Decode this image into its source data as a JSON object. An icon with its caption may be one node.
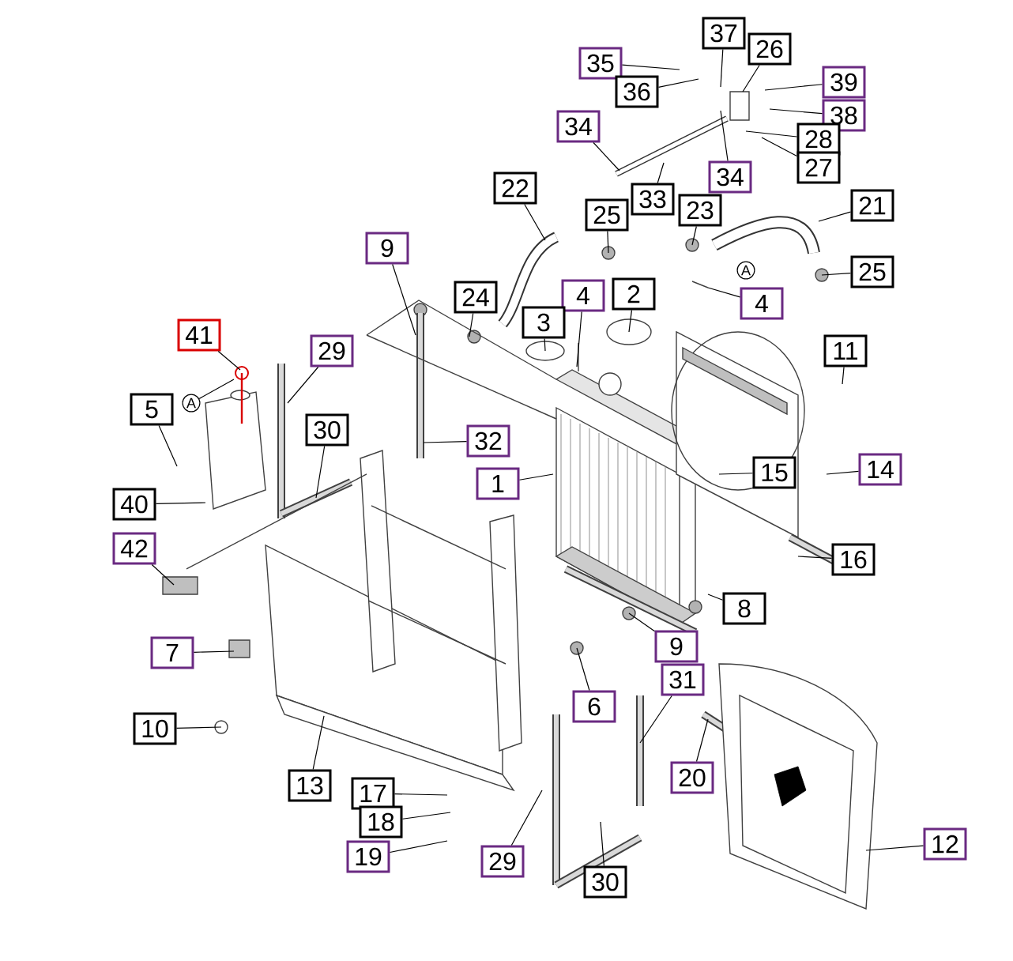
{
  "diagram": {
    "nodes": [
      {
        "text": [
          "37"
        ]
      },
      {
        "text": [
          "26"
        ]
      },
      {
        "text": [
          "35"
        ]
      },
      {
        "text": [
          "36"
        ]
      },
      {
        "text": [
          "39"
        ]
      },
      {
        "text": [
          "38"
        ]
      },
      {
        "text": [
          "34"
        ]
      },
      {
        "text": [
          "28"
        ]
      },
      {
        "text": [
          "27"
        ]
      },
      {
        "text": [
          "34"
        ]
      },
      {
        "text": [
          "22"
        ]
      },
      {
        "text": [
          "33"
        ]
      },
      {
        "text": [
          "23"
        ]
      },
      {
        "text": [
          "21"
        ]
      },
      {
        "text": [
          "25"
        ]
      },
      {
        "text": [
          "9"
        ]
      },
      {
        "text": [
          "25"
        ]
      },
      {
        "text": [
          "24"
        ]
      },
      {
        "text": [
          "4"
        ]
      },
      {
        "text": [
          "2"
        ]
      },
      {
        "text": [
          "3"
        ]
      },
      {
        "text": [
          "A"
        ]
      },
      {
        "text": [
          "4"
        ]
      },
      {
        "text": [
          "41"
        ]
      },
      {
        "text": [
          "11"
        ]
      },
      {
        "text": [
          "29"
        ]
      },
      {
        "text": [
          "A"
        ]
      },
      {
        "text": [
          "5"
        ]
      },
      {
        "text": [
          "30"
        ]
      },
      {
        "text": [
          "32"
        ]
      },
      {
        "text": [
          "1"
        ]
      },
      {
        "text": [
          "15"
        ]
      },
      {
        "text": [
          "14"
        ]
      },
      {
        "text": [
          "40"
        ]
      },
      {
        "text": [
          "42"
        ]
      },
      {
        "text": [
          "16"
        ]
      },
      {
        "text": [
          "8"
        ]
      },
      {
        "text": [
          "9"
        ]
      },
      {
        "text": [
          "7"
        ]
      },
      {
        "text": [
          "31"
        ]
      },
      {
        "text": [
          "6"
        ]
      },
      {
        "text": [
          "10"
        ]
      },
      {
        "text": [
          "13"
        ]
      },
      {
        "text": [
          "20"
        ]
      },
      {
        "text": [
          "17"
        ]
      },
      {
        "text": [
          "18"
        ]
      },
      {
        "text": [
          "12"
        ]
      },
      {
        "text": [
          "19"
        ]
      },
      {
        "text": [
          "29"
        ]
      },
      {
        "text": [
          "30"
        ]
      }
    ],
    "edges": [
      {
        "from": 0,
        "to": null,
        "arrow": "none"
      },
      {
        "from": 1,
        "to": null,
        "arrow": "none"
      },
      {
        "from": 2,
        "to": null,
        "arrow": "none"
      },
      {
        "from": 3,
        "to": null,
        "arrow": "none"
      },
      {
        "from": 4,
        "to": null,
        "arrow": "none"
      },
      {
        "from": 5,
        "to": null,
        "arrow": "none"
      },
      {
        "from": 6,
        "to": null,
        "arrow": "none"
      },
      {
        "from": 7,
        "to": null,
        "arrow": "none"
      },
      {
        "from": 8,
        "to": null,
        "arrow": "none"
      },
      {
        "from": 9,
        "to": null,
        "arrow": "none"
      },
      {
        "from": 10,
        "to": null,
        "arrow": "none"
      },
      {
        "from": 11,
        "to": null,
        "arrow": "none"
      },
      {
        "from": 12,
        "to": null,
        "arrow": "none"
      },
      {
        "from": 13,
        "to": null,
        "arrow": "none"
      },
      {
        "from": 14,
        "to": null,
        "arrow": "none"
      },
      {
        "from": 15,
        "to": null,
        "arrow": "none"
      },
      {
        "from": 16,
        "to": null,
        "arrow": "none"
      },
      {
        "from": 17,
        "to": null,
        "arrow": "none"
      },
      {
        "from": 18,
        "to": null,
        "arrow": "none"
      },
      {
        "from": 19,
        "to": null,
        "arrow": "none"
      },
      {
        "from": 20,
        "to": null,
        "arrow": "none"
      },
      {
        "from": 22,
        "to": null,
        "arrow": "none"
      },
      {
        "from": 23,
        "to": null,
        "arrow": "none"
      },
      {
        "from": 24,
        "to": null,
        "arrow": "none"
      },
      {
        "from": 25,
        "to": null,
        "arrow": "none"
      },
      {
        "from": 26,
        "to": null,
        "arrow": "none"
      },
      {
        "from": 27,
        "to": null,
        "arrow": "none"
      },
      {
        "from": 28,
        "to": null,
        "arrow": "none"
      },
      {
        "from": 29,
        "to": null,
        "arrow": "none"
      },
      {
        "from": 30,
        "to": null,
        "arrow": "none"
      },
      {
        "from": 31,
        "to": null,
        "arrow": "none"
      },
      {
        "from": 32,
        "to": null,
        "arrow": "none"
      },
      {
        "from": 33,
        "to": null,
        "arrow": "none"
      },
      {
        "from": 34,
        "to": null,
        "arrow": "none"
      },
      {
        "from": 35,
        "to": null,
        "arrow": "none"
      },
      {
        "from": 36,
        "to": null,
        "arrow": "none"
      },
      {
        "from": 37,
        "to": null,
        "arrow": "none"
      },
      {
        "from": 38,
        "to": null,
        "arrow": "none"
      },
      {
        "from": 39,
        "to": null,
        "arrow": "none"
      },
      {
        "from": 40,
        "to": null,
        "arrow": "none"
      },
      {
        "from": 41,
        "to": null,
        "arrow": "none"
      },
      {
        "from": 42,
        "to": null,
        "arrow": "none"
      },
      {
        "from": 43,
        "to": null,
        "arrow": "none"
      },
      {
        "from": 44,
        "to": null,
        "arrow": "none"
      },
      {
        "from": 45,
        "to": null,
        "arrow": "none"
      },
      {
        "from": 46,
        "to": null,
        "arrow": "none"
      },
      {
        "from": 47,
        "to": null,
        "arrow": "none"
      },
      {
        "from": 48,
        "to": null,
        "arrow": "none"
      },
      {
        "from": 49,
        "to": null,
        "arrow": "none"
      }
    ]
  }
}
